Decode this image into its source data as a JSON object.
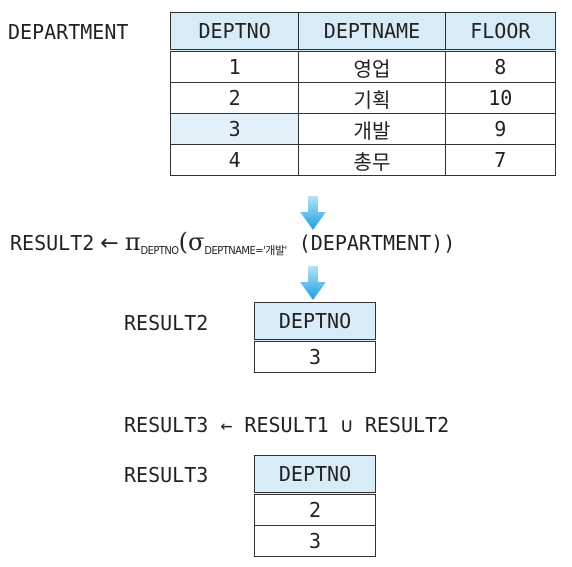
{
  "department": {
    "name": "DEPARTMENT",
    "headers": [
      "DEPTNO",
      "DEPTNAME",
      "FLOOR"
    ],
    "rows": [
      [
        "1",
        "영업",
        "8"
      ],
      [
        "2",
        "기획",
        "10"
      ],
      [
        "3",
        "개발",
        "9"
      ],
      [
        "4",
        "총무",
        "7"
      ]
    ],
    "highlight_row": 2
  },
  "expression": {
    "target": "RESULT2",
    "arrow": "←",
    "pi": "π",
    "pi_sub": "DEPTNO",
    "open1": "(",
    "sigma": "σ",
    "sigma_sub": "DEPTNAME='개발'",
    "relation": " (DEPARTMENT))"
  },
  "result2": {
    "name": "RESULT2",
    "header": "DEPTNO",
    "values": [
      "3"
    ]
  },
  "union_expression": {
    "text": "RESULT3 ← RESULT1 ∪ RESULT2"
  },
  "result3": {
    "name": "RESULT3",
    "header": "DEPTNO",
    "values": [
      "2",
      "3"
    ]
  },
  "colors": {
    "header_fill": "#d8ecf8",
    "highlight_fill": "#e3f1fa",
    "arrow_light": "#7ccdf2",
    "arrow_dark": "#1e9ee0"
  }
}
